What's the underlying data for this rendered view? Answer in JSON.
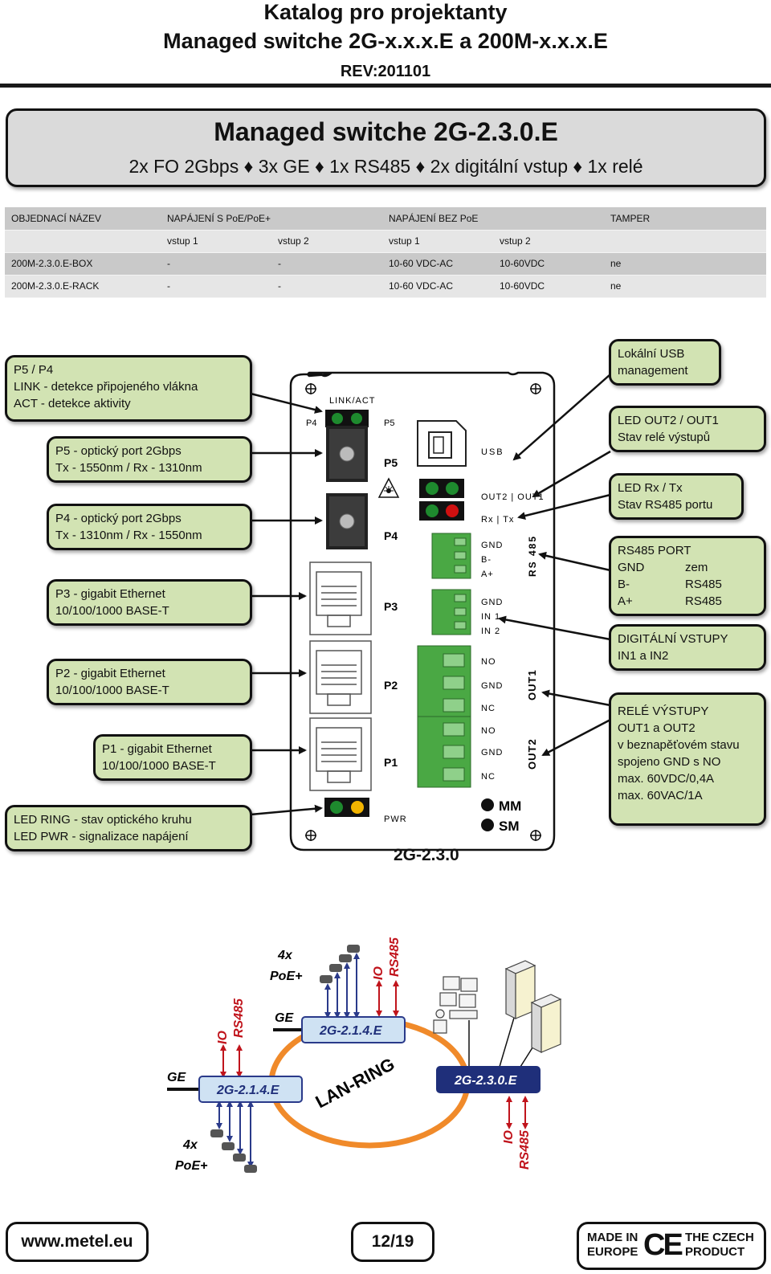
{
  "header": {
    "line1": "Katalog pro projektanty",
    "line2": "Managed switche 2G-x.x.x.E a 200M-x.x.x.E",
    "revision": "REV:201101"
  },
  "title": {
    "main": "Managed switche 2G-2.3.0.E",
    "subtitle": "2x FO 2Gbps ♦ 3x GE ♦ 1x RS485 ♦ 2x digitální vstup ♦ 1x relé"
  },
  "order_table": {
    "headers": [
      "OBJEDNACÍ NÁZEV",
      "NAPÁJENÍ S PoE/PoE+",
      "",
      "NAPÁJENÍ BEZ PoE",
      "",
      "TAMPER"
    ],
    "subheaders": [
      "",
      "vstup 1",
      "vstup 2",
      "vstup 1",
      "vstup 2",
      ""
    ],
    "rows": [
      [
        "200M-2.3.0.E-BOX",
        "-",
        "-",
        "10-60 VDC-AC",
        "10-60VDC",
        "ne"
      ],
      [
        "200M-2.3.0.E-RACK",
        "-",
        "-",
        "10-60 VDC-AC",
        "10-60VDC",
        "ne"
      ]
    ]
  },
  "left_callouts": {
    "p5p4": [
      "P5 / P4",
      "LINK - detekce připojeného vlákna",
      "ACT - detekce aktivity"
    ],
    "p5": [
      "P5 - optický port 2Gbps",
      "Tx - 1550nm / Rx - 1310nm"
    ],
    "p4": [
      "P4 - optický port 2Gbps",
      "Tx - 1310nm / Rx - 1550nm"
    ],
    "p3": [
      "P3 - gigabit Ethernet",
      "10/100/1000 BASE-T"
    ],
    "p2": [
      "P2 - gigabit Ethernet",
      "10/100/1000 BASE-T"
    ],
    "p1": [
      "P1 - gigabit Ethernet",
      "10/100/1000 BASE-T"
    ],
    "led": [
      "LED RING - stav optického kruhu",
      "LED PWR - signalizace napájení"
    ]
  },
  "right_callouts": {
    "usb": [
      "Lokální USB",
      "management"
    ],
    "led_out": [
      "LED OUT2 / OUT1",
      "Stav relé výstupů"
    ],
    "led_rxtx": [
      "LED Rx / Tx",
      "Stav RS485 portu"
    ],
    "rs485": {
      "title": "RS485 PORT",
      "rows": [
        [
          "GND",
          "zem"
        ],
        [
          "B-",
          "RS485"
        ],
        [
          "A+",
          "RS485"
        ]
      ]
    },
    "digital": [
      "DIGITÁLNÍ VSTUPY",
      "IN1 a IN2"
    ],
    "relay": [
      "RELÉ VÝSTUPY",
      "OUT1 a OUT2",
      "v beznapěťovém stavu",
      "spojeno GND s NO",
      "max. 60VDC/0,4A",
      "max. 60VAC/1A"
    ]
  },
  "device": {
    "model": "2G-2.3.0",
    "labels": {
      "link_act": "LINK/ACT",
      "p4_small": "P4",
      "p5_small": "P5",
      "p5": "P5",
      "p4": "P4",
      "p3": "P3",
      "p2": "P2",
      "p1": "P1",
      "pwr": "PWR",
      "usb": "USB",
      "out2_out1": "OUT2 | OUT1",
      "rx_tx": "Rx | Tx",
      "gnd1": "GND",
      "b_minus": "B-",
      "a_plus": "A+",
      "rs485": "RS 485",
      "gnd2": "GND",
      "in1": "IN 1",
      "in2": "IN 2",
      "no1": "NO",
      "gnd3": "GND",
      "nc1": "NC",
      "no2": "NO",
      "gnd4": "GND",
      "nc2": "NC",
      "out1": "OUT1",
      "out2": "OUT2",
      "mm": "MM",
      "sm": "SM"
    },
    "colors": {
      "led_green": "#1e8a2e",
      "led_red": "#d01010",
      "led_yellow": "#f2b400",
      "terminal_green": "#4aa844",
      "callout_fill": "#d2e3b3"
    }
  },
  "network": {
    "switch_left": "2G-2.1.4.E",
    "switch_top": "2G-2.1.4.E",
    "switch_right": "2G-2.3.0.E",
    "ring_label": "LAN-RING",
    "ge_left": "GE",
    "ge_top": "GE",
    "poe_top": [
      "4x",
      "PoE+"
    ],
    "poe_bottom": [
      "4x",
      "PoE+"
    ],
    "io": "IO",
    "rs485": "RS485",
    "colors": {
      "ring": "#f08a2a",
      "box_light": "#cfe2f3",
      "box_dark": "#1f2f7a",
      "arrow_blue": "#2a3a8a",
      "arrow_red": "#c0141c"
    }
  },
  "footer": {
    "website": "www.metel.eu",
    "page": "12/19",
    "made_in": [
      "MADE IN",
      "EUROPE"
    ],
    "ce": "CE",
    "czech": [
      "THE CZECH",
      "PRODUCT"
    ]
  }
}
